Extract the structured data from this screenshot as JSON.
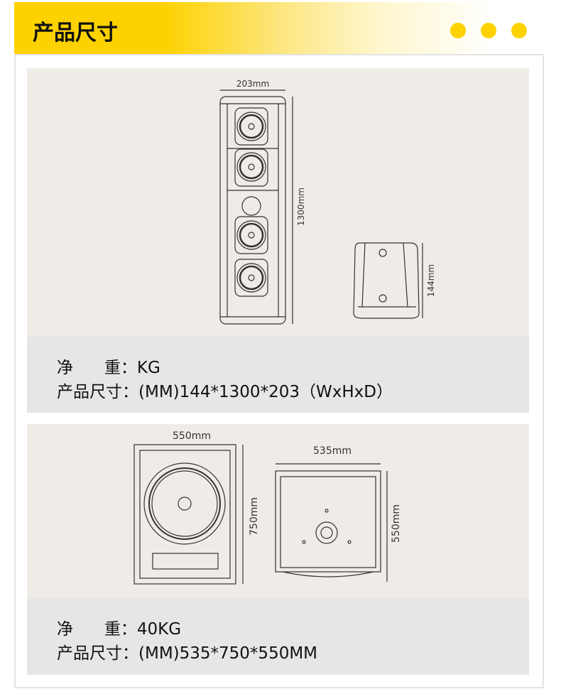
{
  "header": {
    "title": "产品尺寸"
  },
  "product1": {
    "width_label": "203mm",
    "height_label": "1300mm",
    "depth_label": "144mm",
    "weight": "净      重：KG",
    "size": "产品尺寸：(MM)144*1300*203（WxHxD）"
  },
  "product2": {
    "front_width_label": "550mm",
    "front_height_label": "750mm",
    "side_width_label": "535mm",
    "side_height_label": "550mm",
    "weight": "净      重：40KG",
    "size": "产品尺寸：(MM)535*750*550MM"
  },
  "colors": {
    "accent": "#fdd200",
    "panel": "#efece7",
    "info": "#e6e6e6"
  }
}
